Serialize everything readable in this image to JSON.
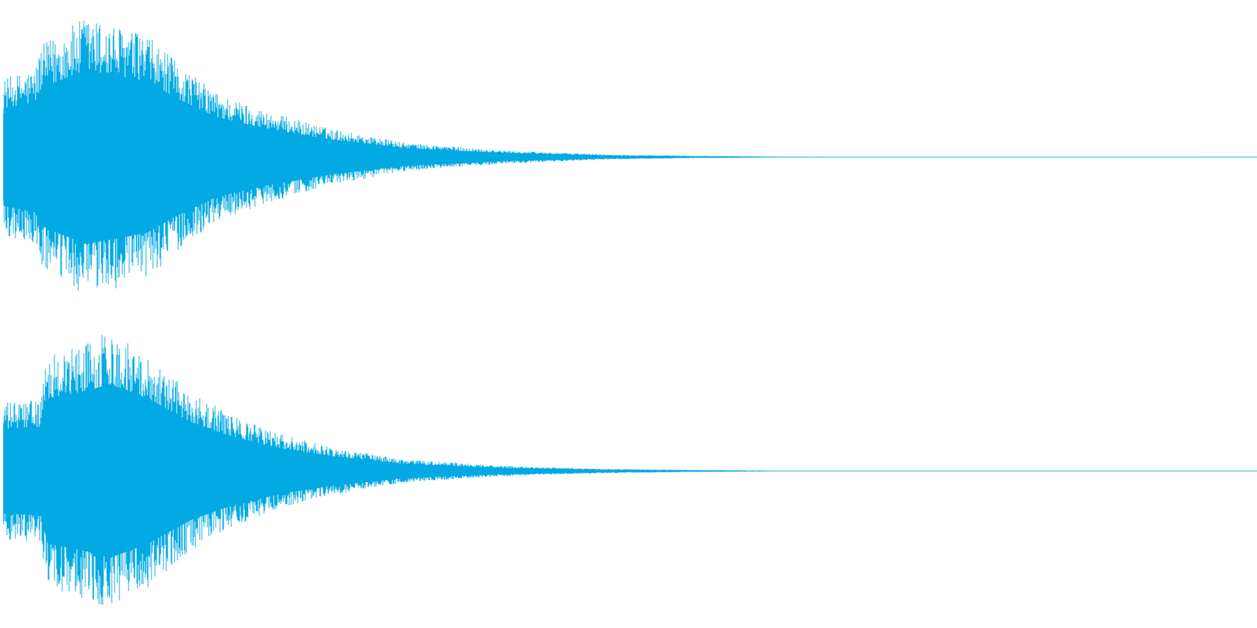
{
  "waveform": {
    "color": "#03a9e2",
    "background": "#ffffff",
    "channels": [
      {
        "id": "channel-1",
        "envelope": [
          {
            "t": 0.0,
            "amp": 0.55
          },
          {
            "t": 0.025,
            "amp": 0.62
          },
          {
            "t": 0.03,
            "amp": 0.78
          },
          {
            "t": 0.065,
            "amp": 0.98
          },
          {
            "t": 0.09,
            "amp": 0.92
          },
          {
            "t": 0.115,
            "amp": 0.85
          },
          {
            "t": 0.14,
            "amp": 0.65
          },
          {
            "t": 0.17,
            "amp": 0.45
          },
          {
            "t": 0.21,
            "amp": 0.32
          },
          {
            "t": 0.26,
            "amp": 0.2
          },
          {
            "t": 0.32,
            "amp": 0.1
          },
          {
            "t": 0.4,
            "amp": 0.045
          },
          {
            "t": 0.48,
            "amp": 0.018
          },
          {
            "t": 0.55,
            "amp": 0.008
          },
          {
            "t": 0.62,
            "amp": 0.003
          },
          {
            "t": 1.0,
            "amp": 0.0
          }
        ]
      },
      {
        "id": "channel-2",
        "envelope": [
          {
            "t": 0.0,
            "amp": 0.48
          },
          {
            "t": 0.03,
            "amp": 0.5
          },
          {
            "t": 0.035,
            "amp": 0.82
          },
          {
            "t": 0.065,
            "amp": 0.9
          },
          {
            "t": 0.085,
            "amp": 0.98
          },
          {
            "t": 0.115,
            "amp": 0.82
          },
          {
            "t": 0.15,
            "amp": 0.55
          },
          {
            "t": 0.18,
            "amp": 0.4
          },
          {
            "t": 0.22,
            "amp": 0.26
          },
          {
            "t": 0.26,
            "amp": 0.17
          },
          {
            "t": 0.32,
            "amp": 0.08
          },
          {
            "t": 0.4,
            "amp": 0.035
          },
          {
            "t": 0.48,
            "amp": 0.015
          },
          {
            "t": 0.56,
            "amp": 0.006
          },
          {
            "t": 0.63,
            "amp": 0.002
          },
          {
            "t": 1.0,
            "amp": 0.0
          }
        ]
      }
    ]
  }
}
